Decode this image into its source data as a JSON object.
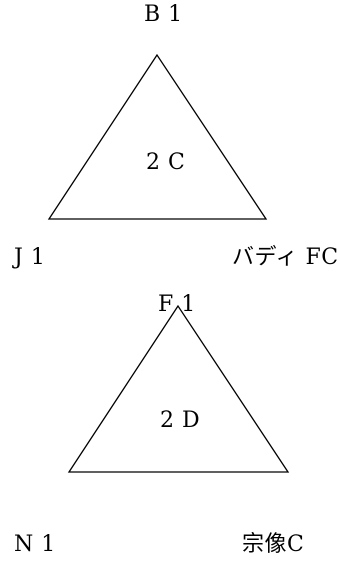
{
  "groups": [
    {
      "top": "B 1",
      "center": "2 C",
      "left": "J 1",
      "right": "バディ FC"
    },
    {
      "top": "F 1",
      "center": "2 D",
      "left": "N 1",
      "right": "宗像C"
    }
  ],
  "colors": {
    "line": "#000000",
    "text": "#000000",
    "background": "#ffffff"
  }
}
